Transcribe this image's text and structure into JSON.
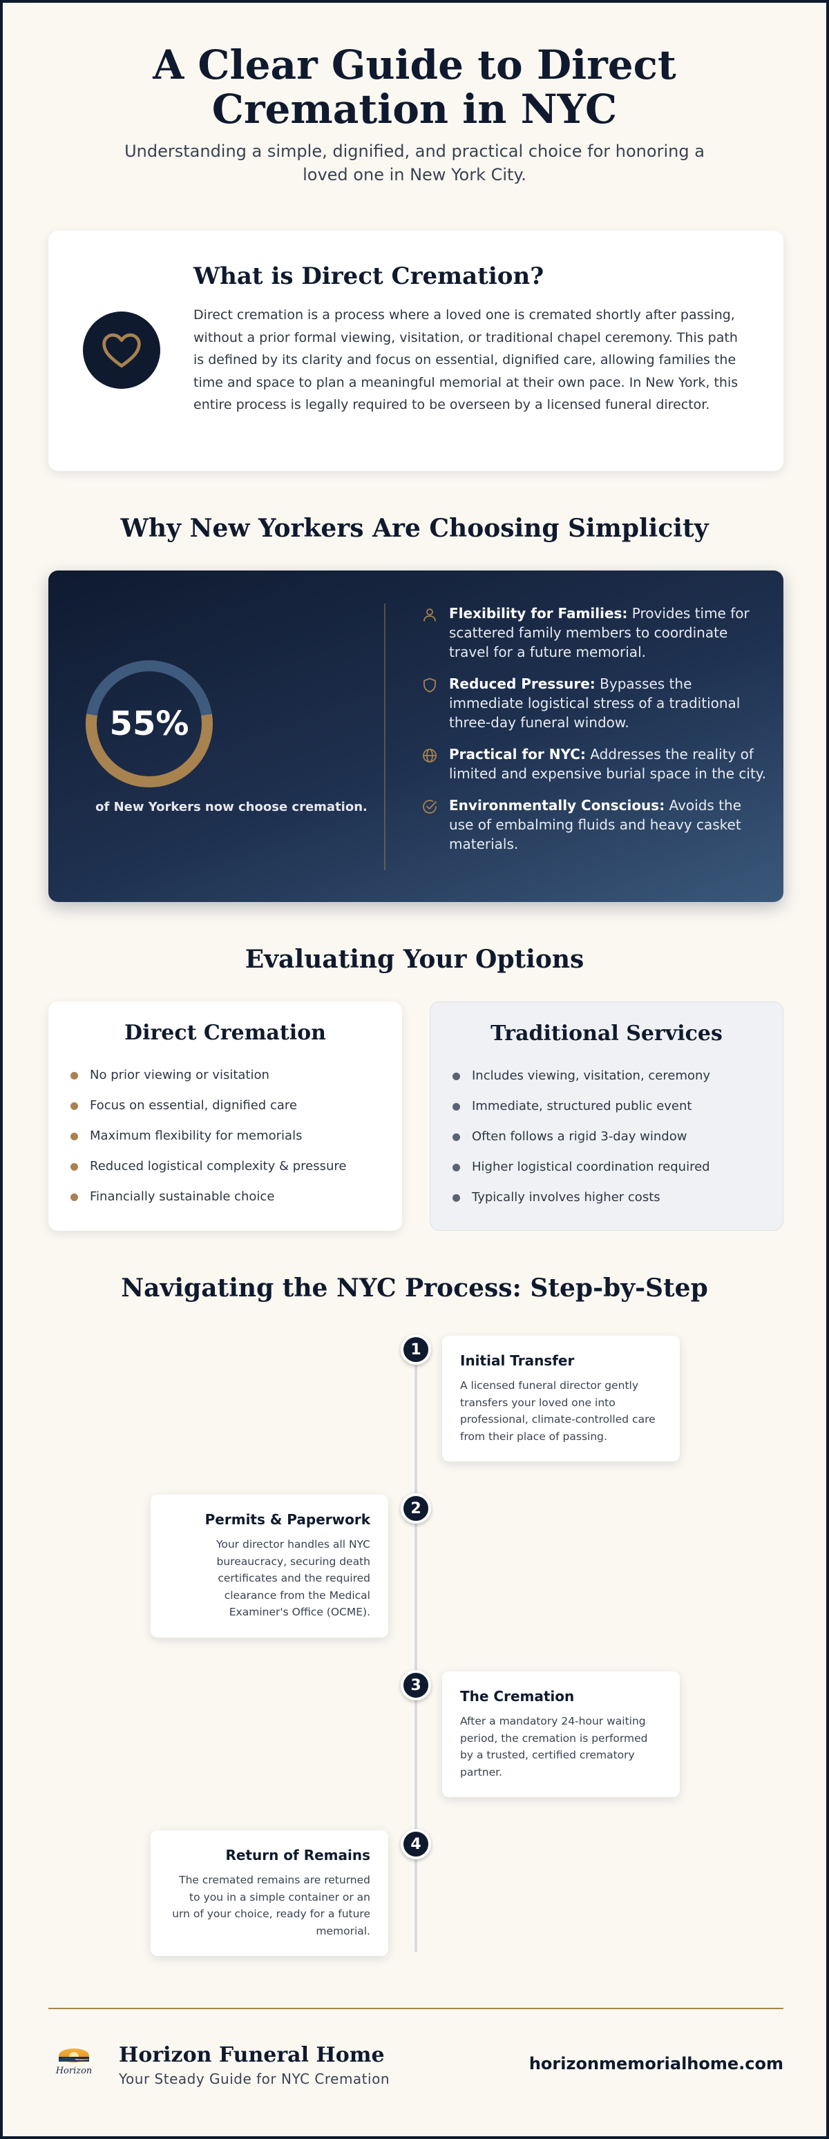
{
  "header": {
    "title": "A Clear Guide to Direct Cremation in NYC",
    "subtitle": "Understanding a simple, dignified, and practical choice for honoring a loved one in New York City."
  },
  "what": {
    "icon": "heart-icon",
    "title": "What is Direct Cremation?",
    "body": "Direct cremation is a process where a loved one is cremated shortly after passing, without a prior formal viewing, visitation, or traditional chapel ceremony. This path is defined by its clarity and focus on essential, dignified care, allowing families the time and space to plan a meaningful memorial at their own pace. In New York, this entire process is legally required to be overseen by a licensed funeral director."
  },
  "why": {
    "title": "Why New Yorkers Are Choosing Simplicity",
    "stat": {
      "value": "55%",
      "fraction": 0.55,
      "caption": "of New Yorkers now choose cremation."
    },
    "benefits": [
      {
        "icon": "person-icon",
        "title": "Flexibility for Families:",
        "text": " Provides time for scattered family members to coordinate travel for a future memorial."
      },
      {
        "icon": "shield-icon",
        "title": "Reduced Pressure:",
        "text": " Bypasses the immediate logistical stress of a traditional three-day funeral window."
      },
      {
        "icon": "globe-icon",
        "title": "Practical for NYC:",
        "text": " Addresses the reality of limited and expensive burial space in the city."
      },
      {
        "icon": "check-circle-icon",
        "title": "Environmentally Conscious:",
        "text": " Avoids the use of embalming fluids and heavy casket materials."
      }
    ]
  },
  "options": {
    "title": "Evaluating Your Options",
    "direct": {
      "title": "Direct Cremation",
      "items": [
        "No prior viewing or visitation",
        "Focus on essential, dignified care",
        "Maximum flexibility for memorials",
        "Reduced logistical complexity & pressure",
        "Financially sustainable choice"
      ]
    },
    "traditional": {
      "title": "Traditional Services",
      "items": [
        "Includes viewing, visitation, ceremony",
        "Immediate, structured public event",
        "Often follows a rigid 3-day window",
        "Higher logistical coordination required",
        "Typically involves higher costs"
      ]
    }
  },
  "process": {
    "title": "Navigating the NYC Process: Step-by-Step",
    "steps": [
      {
        "number": "1",
        "title": "Initial Transfer",
        "text": "A licensed funeral director gently transfers your loved one into professional, climate-controlled care from their place of passing."
      },
      {
        "number": "2",
        "title": "Permits & Paperwork",
        "text": "Your director handles all NYC bureaucracy, securing death certificates and the required clearance from the Medical Examiner's Office (OCME)."
      },
      {
        "number": "3",
        "title": "The Cremation",
        "text": "After a mandatory 24-hour waiting period, the cremation is performed by a trusted, certified crematory partner."
      },
      {
        "number": "4",
        "title": "Return of Remains",
        "text": "The cremated remains are returned to you in a simple container or an urn of your choice, ready for a future memorial."
      }
    ]
  },
  "footer": {
    "logo_text": "Horizon",
    "brand": "Horizon Funeral Home",
    "tagline": "Your Steady Guide for NYC Cremation",
    "website": "horizonmemorialhome.com"
  },
  "colors": {
    "navy": "#0f1a2e",
    "gold": "#a8824f",
    "cream": "#fbf8f2",
    "ring_track": "#3e5a7c"
  }
}
